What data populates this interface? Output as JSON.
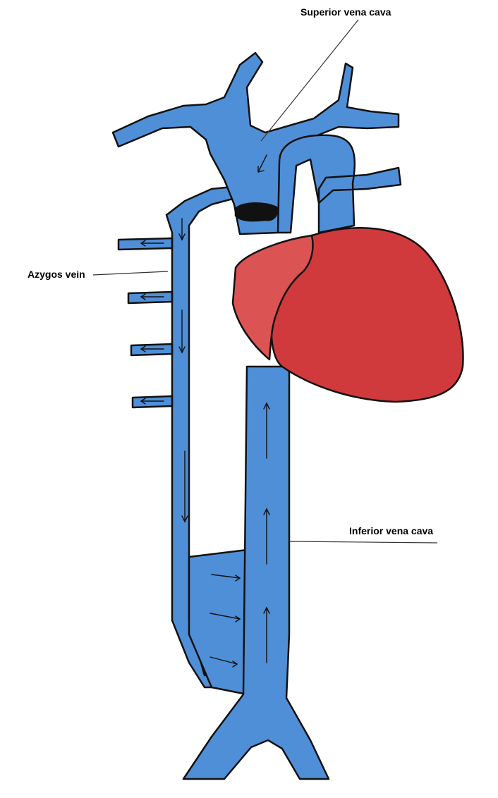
{
  "labels": {
    "superior_vena_cava": "Superior vena cava",
    "azygos_vein": "Azygos vein",
    "inferior_vena_cava": "Inferior vena cava"
  },
  "colors": {
    "vein": "#4f8fd8",
    "heart": "#d13a3c",
    "heart_atrium": "#dc5353",
    "outline": "#111111",
    "background": "#ffffff"
  }
}
